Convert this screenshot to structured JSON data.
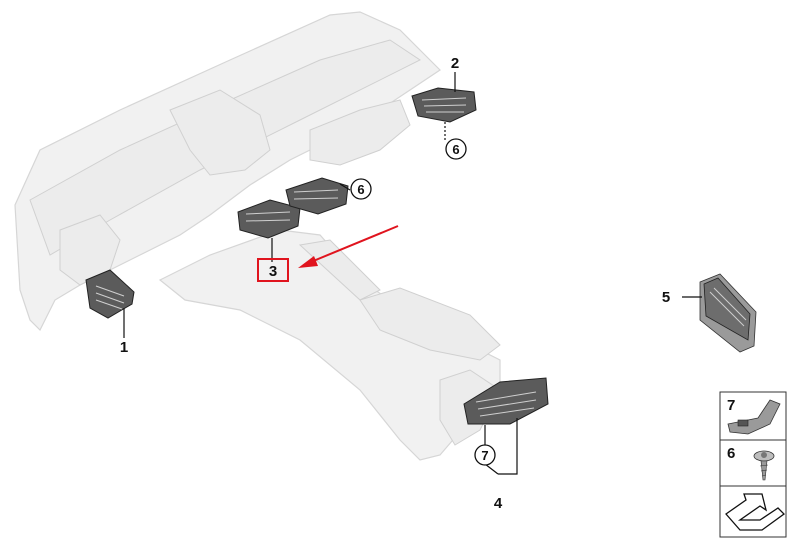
{
  "callouts": {
    "c1": "1",
    "c2": "2",
    "c3": "3",
    "c4": "4",
    "c5": "5",
    "c6a": "6",
    "c6b": "6",
    "c7": "7"
  },
  "legend": {
    "clip_number": "7",
    "screw_number": "6"
  },
  "colors": {
    "highlight": "#e0141e",
    "ghost_fill": "#f1f1f1",
    "part_fill": "#5b5b5b"
  }
}
